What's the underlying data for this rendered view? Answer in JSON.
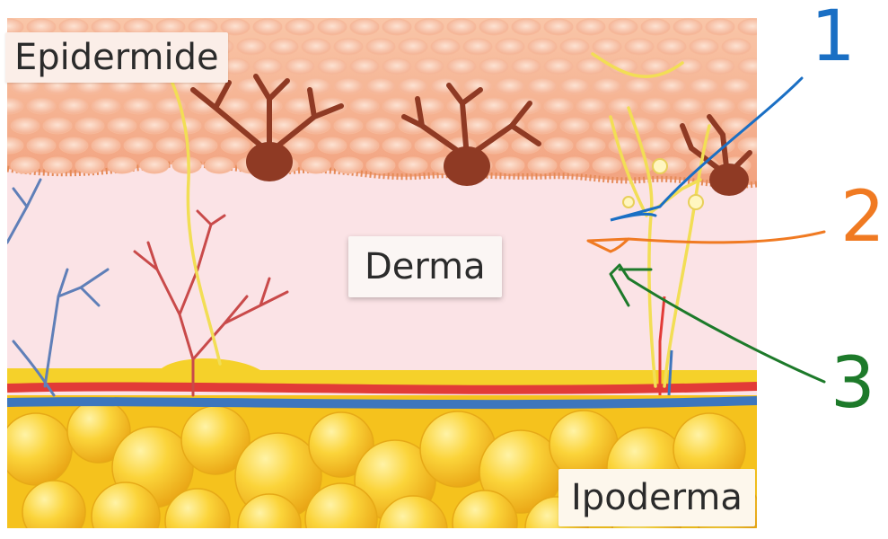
{
  "labels": {
    "epidermis": "Epidermide",
    "dermis": "Derma",
    "hypodermis": "Ipoderma"
  },
  "markers": [
    {
      "text": "1",
      "color": "#1a6fc4"
    },
    {
      "text": "2",
      "color": "#f07a22"
    },
    {
      "text": "3",
      "color": "#1d7a2a"
    }
  ],
  "colors": {
    "epidermis": "#f7b493",
    "dermis": "#fbe3e6",
    "fat": "#f5c21d",
    "artery": "#e23b37",
    "vein": "#3d76bd",
    "nerve": "#f2de55",
    "melanocyte": "#8f3a24"
  }
}
